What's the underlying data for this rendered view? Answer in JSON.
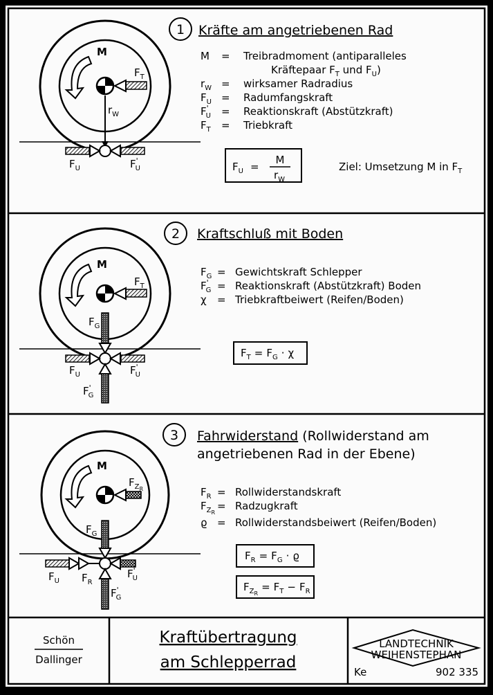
{
  "sections": [
    {
      "num": "1",
      "heading": "Kräfte am angetriebenen Rad",
      "legend": [
        {
          "sym": "M",
          "sub": "",
          "prime": "",
          "eq": "=",
          "desc": "Treibradmoment (antiparalleles"
        },
        {
          "sym": "",
          "sub": "",
          "prime": "",
          "eq": "",
          "desc": "Kräftepaar F",
          "tail": [
            {
              "t": "T",
              "sub": true
            },
            {
              "t": " und F",
              "sub": false
            },
            {
              "t": "U",
              "sub": true
            },
            {
              "t": ")",
              "sub": false
            }
          ]
        },
        {
          "sym": "r",
          "sub": "W",
          "prime": "",
          "eq": "=",
          "desc": "wirksamer Radradius"
        },
        {
          "sym": "F",
          "sub": "U",
          "prime": "",
          "eq": "=",
          "desc": "Radumfangskraft"
        },
        {
          "sym": "F",
          "sub": "U",
          "prime": "'",
          "eq": "=",
          "desc": "Reaktionskraft (Abstützkraft)"
        },
        {
          "sym": "F",
          "sub": "T",
          "prime": "",
          "eq": "=",
          "desc": "Triebkraft"
        }
      ],
      "formula": {
        "lhs": "F",
        "lhs_sub": "U",
        "eq": "=",
        "num": "M",
        "den": "r",
        "den_sub": "W"
      },
      "goal": "Ziel: Umsetzung M in F",
      "goal_sub": "T",
      "labels": {
        "M": "M",
        "FT": "F",
        "FT_sub": "T",
        "rW": "r",
        "rW_sub": "W",
        "FU": "F",
        "FU_sub": "U",
        "FU2": "F",
        "FU2_sub": "U",
        "FU2_prime": "'"
      }
    },
    {
      "num": "2",
      "heading": "Kraftschluß mit Boden",
      "legend": [
        {
          "sym": "F",
          "sub": "G",
          "prime": "",
          "eq": "=",
          "desc": "Gewichtskraft Schlepper"
        },
        {
          "sym": "F",
          "sub": "G",
          "prime": "'",
          "eq": "=",
          "desc": "Reaktionskraft (Abstützkraft) Boden"
        },
        {
          "sym": "χ",
          "sub": "",
          "prime": "",
          "eq": "=",
          "desc": "Triebkraftbeiwert (Reifen/Boden)"
        }
      ],
      "formula": {
        "lhs": "F",
        "lhs_sub": "T",
        "eq": "=",
        "r1": "F",
        "r1_sub": "G",
        "op": "·",
        "r2": "χ"
      },
      "labels": {
        "M": "M",
        "FT": "F",
        "FT_sub": "T",
        "FG": "F",
        "FG_sub": "G",
        "FU": "F",
        "FU_sub": "U",
        "FU2": "F",
        "FU2_sub": "U",
        "FU2_prime": "'",
        "FG2": "F",
        "FG2_sub": "G",
        "FG2_prime": "'"
      }
    },
    {
      "num": "3",
      "heading_a": "Fahrwiderstand",
      "heading_b": " (Rollwiderstand am",
      "heading_c": "angetriebenen Rad in der Ebene)",
      "legend": [
        {
          "sym": "F",
          "sub": "R",
          "prime": "",
          "eq": "=",
          "desc": "Rollwiderstandskraft"
        },
        {
          "sym": "F",
          "sub": "Z",
          "subsub": "R",
          "prime": "",
          "eq": "=",
          "desc": "Radzugkraft"
        },
        {
          "sym": "ϱ",
          "sub": "",
          "prime": "",
          "eq": "=",
          "desc": "Rollwiderstandsbeiwert (Reifen/Boden)"
        }
      ],
      "formula1": {
        "lhs": "F",
        "lhs_sub": "R",
        "eq": "=",
        "r1": "F",
        "r1_sub": "G",
        "op": "·",
        "r2": "ϱ"
      },
      "formula2": {
        "lhs": "F",
        "lhs_sub": "Z",
        "lhs_subsub": "R",
        "eq": "=",
        "r1": "F",
        "r1_sub": "T",
        "op": "−",
        "r2": "F",
        "r2_sub": "R"
      },
      "labels": {
        "M": "M",
        "FZR": "F",
        "FZR_sub": "Z",
        "FZR_subsub": "R",
        "FG": "F",
        "FG_sub": "G",
        "FU": "F",
        "FU_sub": "U",
        "FR": "F",
        "FR_sub": "R",
        "FU2": "F",
        "FU2_sub": "U",
        "FU2_prime": "'",
        "FG2": "F",
        "FG2_sub": "G",
        "FG2_prime": "'"
      }
    }
  ],
  "footer": {
    "author1": "Schön",
    "author2": "Dallinger",
    "title1": "Kraftübertragung",
    "title2": "am Schlepperrad",
    "logo1": "LANDTECHNIK",
    "logo2": "WEIHENSTEPHAN",
    "code": "Ke",
    "number": "902 335"
  }
}
